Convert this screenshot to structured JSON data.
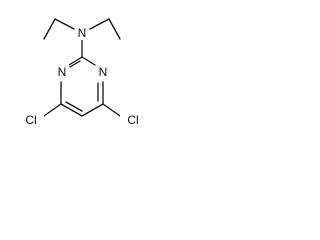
{
  "molecule": {
    "atoms": {
      "amine_n": "N",
      "ring_n_left": "N",
      "ring_n_right": "N",
      "cl_left": "Cl",
      "cl_right": "Cl"
    }
  }
}
